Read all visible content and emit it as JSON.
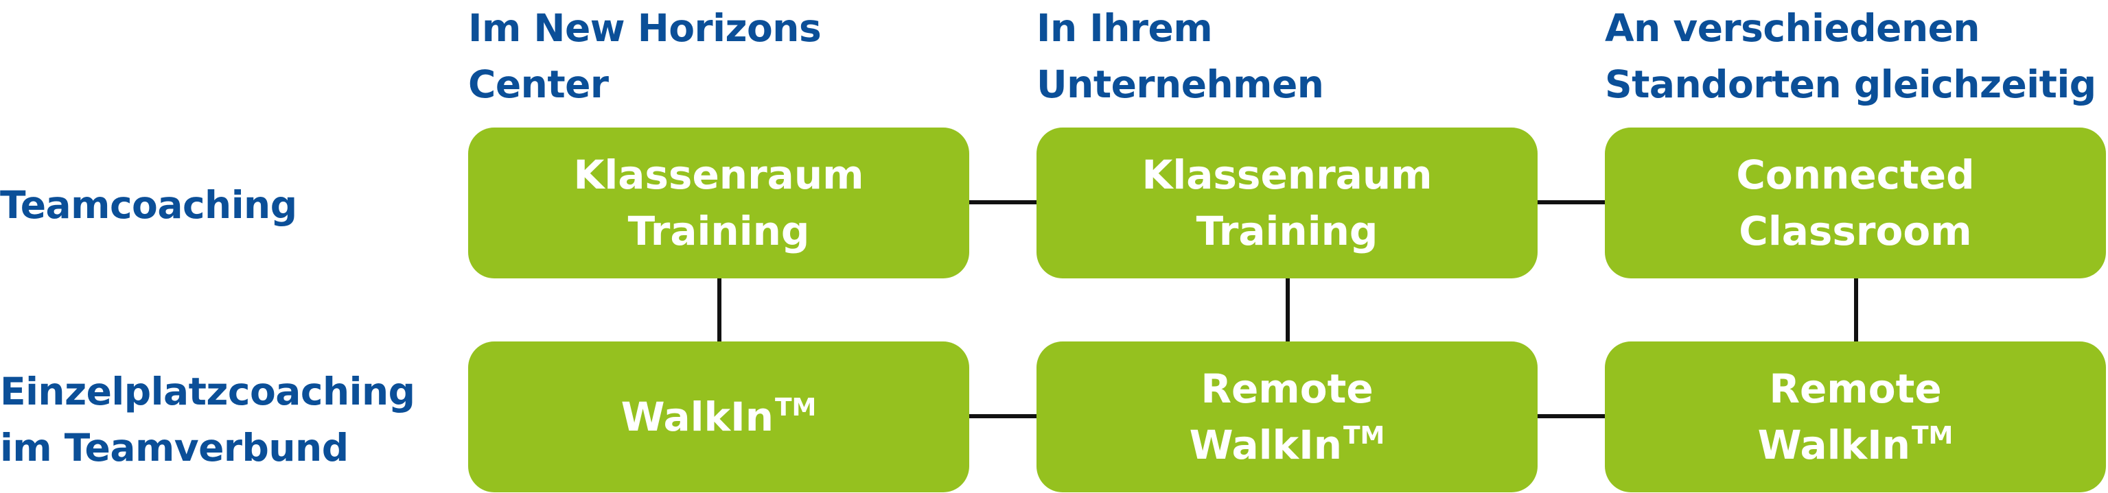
{
  "colors": {
    "heading": "#0b4f98",
    "box": "#95c11f",
    "box_text": "#ffffff",
    "connector": "#111111"
  },
  "columns": [
    {
      "label": "Im New Horizons\nCenter"
    },
    {
      "label": "In Ihrem\nUnternehmen"
    },
    {
      "label": "An verschiedenen\nStandorten gleichzeitig"
    }
  ],
  "rows": [
    {
      "label": "Teamcoaching"
    },
    {
      "label": "Einzelplatzcoaching\nim Teamverbund"
    }
  ],
  "boxes": {
    "r0c0": {
      "label": "Klassenraum\nTraining"
    },
    "r0c1": {
      "label": "Klassenraum\nTraining"
    },
    "r0c2": {
      "label": "Connected\nClassroom"
    },
    "r1c0": {
      "label": "WalkIn",
      "mark": "TM"
    },
    "r1c1": {
      "label": "Remote\nWalkIn",
      "mark": "TM"
    },
    "r1c2": {
      "label": "Remote\nWalkIn",
      "mark": "TM"
    }
  }
}
